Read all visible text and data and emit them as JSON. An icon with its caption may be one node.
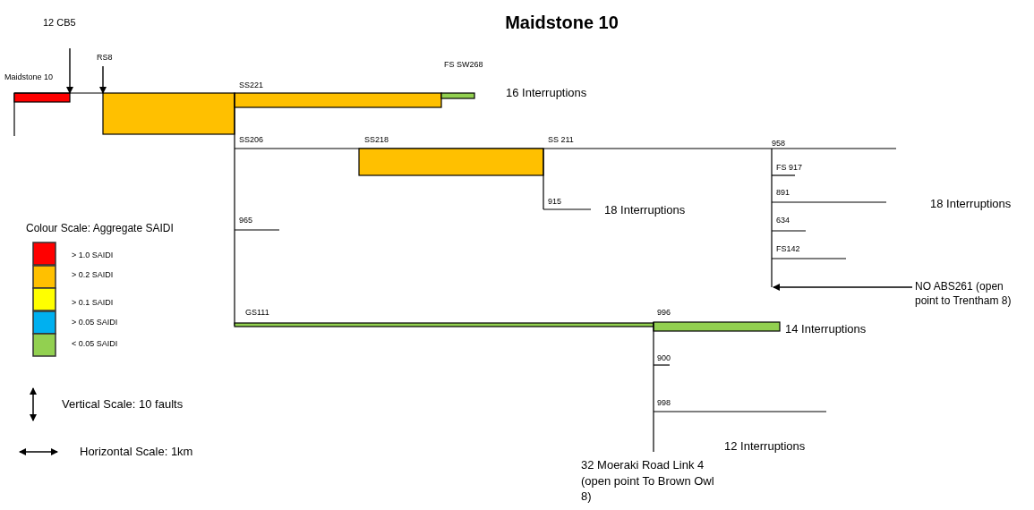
{
  "diagram": {
    "title": "Maidstone 10",
    "nodes": [
      {
        "text": [
          "12 CB5"
        ]
      },
      {
        "text": [
          "RS8"
        ]
      },
      {
        "text": [
          "NO ABS261 (open point to Trentham 8)"
        ]
      }
    ],
    "edges": [
      {
        "from": 0,
        "to": null,
        "arrow": "to"
      },
      {
        "from": 1,
        "to": null,
        "arrow": "to"
      },
      {
        "from": 2,
        "to": null,
        "arrow": "to"
      }
    ],
    "labels": [
      "FS SW268",
      "Maidstone 10",
      "SS221",
      "16 Interruptions",
      "SS206",
      "SS218",
      "SS 211",
      "958",
      "FS 917",
      "891",
      "915",
      "18 Interruptions",
      "18 Interruptions",
      "965",
      "634",
      "FS142",
      "GS111",
      "996",
      "14 Interruptions",
      "900",
      "998",
      "12 Interruptions",
      "32 Moeraki Road Link 4 (open point To Brown Owl 8)",
      "Colour Scale: Aggregate SAIDI",
      "Vertical Scale: 10 faults",
      "Horizontal Scale: 1km"
    ],
    "legend": [
      {
        "text": "> 1.0 SAIDI",
        "color": "#ff0000"
      },
      {
        "text": "> 0.2 SAIDI",
        "color": "#ffc000"
      },
      {
        "text": "> 0.1 SAIDI",
        "color": "#ffff00"
      },
      {
        "text": "> 0.05 SAIDI",
        "color": "#00b0f0"
      },
      {
        "text": "< 0.05 SAIDI",
        "color": "#92d050"
      }
    ]
  }
}
